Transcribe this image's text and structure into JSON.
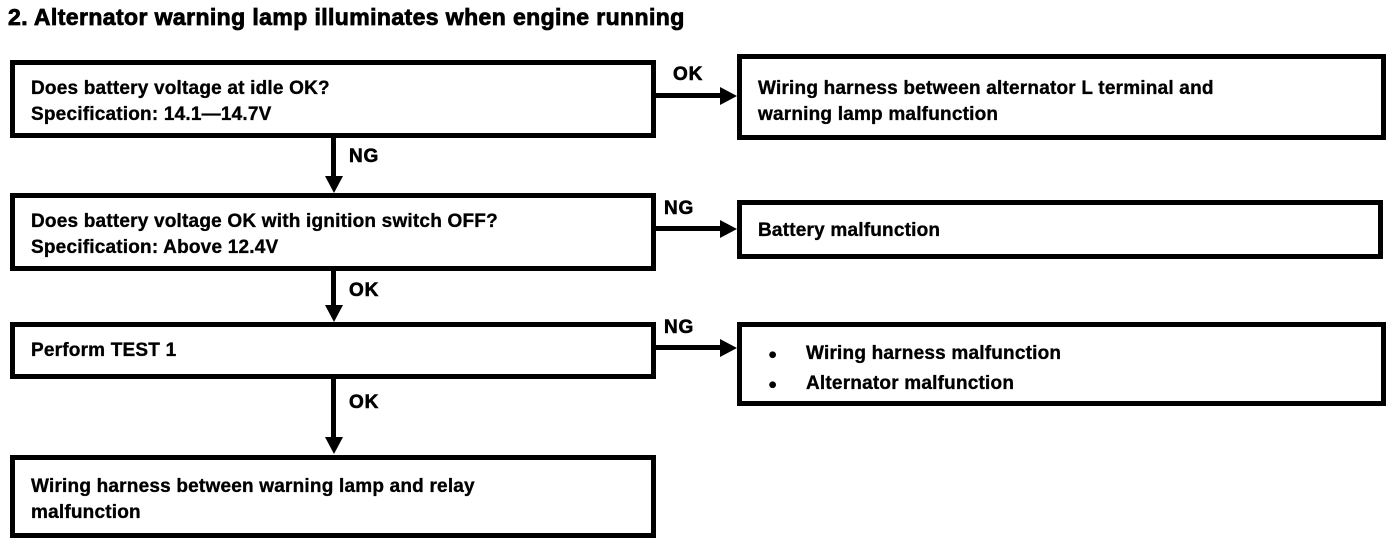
{
  "title": "2. Alternator warning lamp illuminates when engine running",
  "colors": {
    "ink": "#000000",
    "paper": "#ffffff"
  },
  "steps": {
    "q1": {
      "question": "Does battery voltage at idle OK?",
      "spec": "Specification: 14.1—14.7V"
    },
    "q2": {
      "question": "Does battery voltage OK with ignition switch OFF?",
      "spec": "Specification: Above 12.4V"
    },
    "q3": {
      "question": "Perform TEST 1"
    },
    "q4": {
      "line1": "Wiring harness between warning lamp and relay",
      "line2": "malfunction"
    }
  },
  "results": {
    "r1": {
      "line1": "Wiring harness between alternator L terminal and",
      "line2": "warning lamp malfunction"
    },
    "r2": {
      "line1": "Battery malfunction"
    },
    "r3": {
      "bullet_glyph": "●",
      "bullets": [
        "Wiring harness malfunction",
        "Alternator malfunction"
      ]
    }
  },
  "branch_labels": {
    "step1_right": "OK",
    "step1_down": "NG",
    "step2_right": "NG",
    "step2_down": "OK",
    "step3_right": "NG",
    "step3_down": "OK"
  }
}
